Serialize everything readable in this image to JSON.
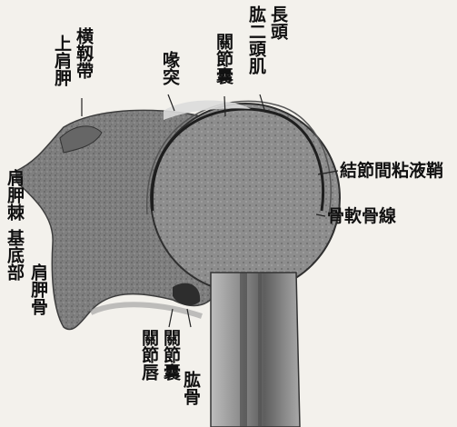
{
  "labels": {
    "transverse_ligament": "横靱帶",
    "superior_scapula": "上肩胛",
    "coracoid": "喙突",
    "joint_capsule_top": "關節囊",
    "humerus_head": "肱二頭肌",
    "long_head": "長頭",
    "synovial_sheath": "結節間粘液鞘",
    "cartilage_line": "骨軟骨線",
    "scapular_spine": "肩胛棘",
    "base": "基底部",
    "scapula": "肩胛骨",
    "glenoid_labrum": "關節唇",
    "joint_capsule_bottom": "關節囊",
    "humerus": "肱骨"
  }
}
